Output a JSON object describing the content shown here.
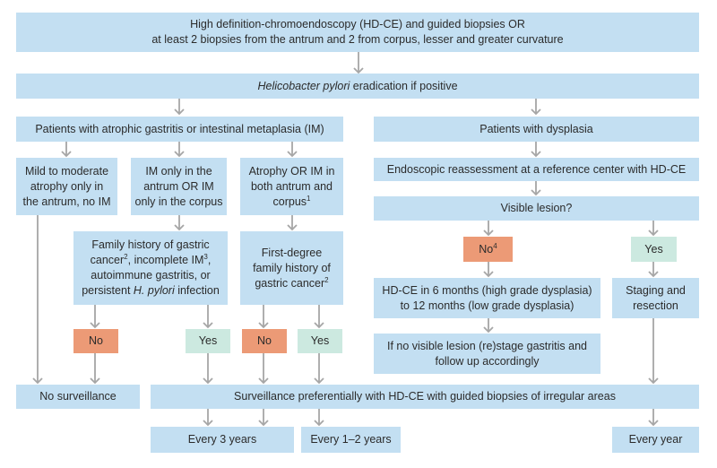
{
  "nodes": {
    "top": {
      "line1": "High definition-chromoendoscopy (HD-CE) and guided biopsies OR",
      "line2": "at least 2 biopsies from the antrum and 2 from corpus, lesser and greater curvature"
    },
    "hp": {
      "italic": "Helicobacter pylori",
      "rest": " eradication if positive"
    },
    "atrophic": {
      "text": "Patients with atrophic gastritis or intestinal metaplasia (IM)"
    },
    "dysplasia": {
      "text": "Patients with dysplasia"
    },
    "mild": {
      "line1": "Mild to moderate",
      "line2": "atrophy only in",
      "line3": "the antrum, no IM"
    },
    "im_only": {
      "line1": "IM only in the",
      "line2": "antrum OR IM",
      "line3": "only in the corpus"
    },
    "atrophy_both": {
      "line1": "Atrophy OR IM  in",
      "line2": "both antrum and",
      "line3": "corpus",
      "sup": "1"
    },
    "family_history": {
      "line1": "Family history of gastric",
      "line2a": "cancer",
      "sup2": "2",
      "line2b": ", incomplete IM",
      "sup3": "3",
      "line2c": ",",
      "line3": "autoimmune gastritis, or",
      "line4a": "persistent ",
      "line4b": "H. pylori",
      "line4c": " infection"
    },
    "first_degree": {
      "line1": "First-degree",
      "line2": "family history of",
      "line3": "gastric cancer",
      "sup": "2"
    },
    "endoscopic": {
      "text": "Endoscopic reassessment at a reference center with HD-CE"
    },
    "visible": {
      "text": "Visible lesion?"
    },
    "no4": {
      "text": "No",
      "sup": "4"
    },
    "yes_right": {
      "text": "Yes"
    },
    "hdce6": {
      "line1": "HD-CE in 6 months (high grade dysplasia)",
      "line2": "to 12 months (low grade dysplasia)"
    },
    "staging": {
      "line1": "Staging and",
      "line2": "resection"
    },
    "no_visible": {
      "line1": "If no visible lesion (re)stage gastritis and",
      "line2": "follow up accordingly"
    },
    "no_a": {
      "text": "No"
    },
    "yes_a": {
      "text": "Yes"
    },
    "no_b": {
      "text": "No"
    },
    "yes_b": {
      "text": "Yes"
    },
    "no_surv": {
      "text": "No surveillance"
    },
    "surveillance": {
      "text": "Surveillance preferentially with HD-CE with guided biopsies of irregular areas"
    },
    "every3": {
      "text": "Every 3 years"
    },
    "every12": {
      "text": "Every 1–2 years"
    },
    "everyyear": {
      "text": "Every year"
    }
  },
  "colors": {
    "box": "#c3dff2",
    "no": "#ec9a76",
    "yes": "#cce9e0",
    "arrow": "#a6a6a6",
    "text": "#2b2b2b"
  }
}
